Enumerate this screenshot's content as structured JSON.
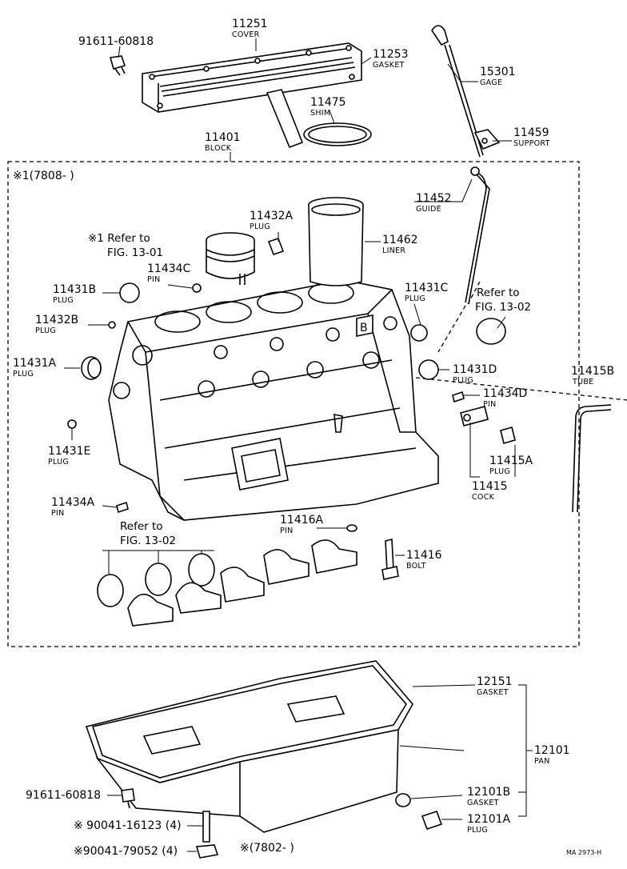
{
  "labels": {
    "cover": {
      "number": "11251",
      "name": "COVER"
    },
    "cover_bolt": {
      "number": "91611-60818"
    },
    "gasket_cover": {
      "number": "11253",
      "name": "GASKET"
    },
    "gage": {
      "number": "15301",
      "name": "GAGE"
    },
    "shim": {
      "number": "11475",
      "name": "SHIM"
    },
    "support": {
      "number": "11459",
      "name": "SUPPORT"
    },
    "block": {
      "number": "11401",
      "name": "BLOCK"
    },
    "guide": {
      "number": "11452",
      "name": "GUIDE"
    },
    "plug_11432a": {
      "number": "11432A",
      "name": "PLUG"
    },
    "liner": {
      "number": "11462",
      "name": "LINER"
    },
    "pin_11434c": {
      "number": "11434C",
      "name": "PIN"
    },
    "plug_11431b": {
      "number": "11431B",
      "name": "PLUG"
    },
    "plug_11431c": {
      "number": "11431C",
      "name": "PLUG"
    },
    "plug_11432b": {
      "number": "11432B",
      "name": "PLUG"
    },
    "plug_11431a": {
      "number": "11431A",
      "name": "PLUG"
    },
    "plug_11431d": {
      "number": "11431D",
      "name": "PLUG"
    },
    "tube": {
      "number": "11415B",
      "name": "TUBE"
    },
    "pin_11434d": {
      "number": "11434D",
      "name": "PIN"
    },
    "plug_11431e": {
      "number": "11431E",
      "name": "PLUG"
    },
    "plug_11415a": {
      "number": "11415A",
      "name": "PLUG"
    },
    "cock": {
      "number": "11415",
      "name": "COCK"
    },
    "pin_11434a": {
      "number": "11434A",
      "name": "PIN"
    },
    "pin_11416a": {
      "number": "11416A",
      "name": "PIN"
    },
    "bolt_11416": {
      "number": "11416",
      "name": "BOLT"
    },
    "gasket_pan": {
      "number": "12151",
      "name": "GASKET"
    },
    "pan": {
      "number": "12101",
      "name": "PAN"
    },
    "gasket_12101b": {
      "number": "12101B",
      "name": "GASKET"
    },
    "plug_12101a": {
      "number": "12101A",
      "name": "PLUG"
    },
    "pan_bolt": {
      "number": "91611-60818"
    },
    "stud_90041_16123": {
      "number": "※ 90041-16123 (4)"
    },
    "nut_90041_79052": {
      "number": "※90041-79052 (4)"
    }
  },
  "refs": {
    "piston_line1": "※1 Refer to",
    "piston_line2": "FIG. 13-01",
    "plug_ref_line1": "Refer to",
    "plug_ref_line2": "FIG. 13-02",
    "bearing_line1": "Refer to",
    "bearing_line2": "FIG. 13-02"
  },
  "notes": {
    "block_range": "※1(7808-      )",
    "pan_range": "※(7802-         )",
    "drawing_code": "MA 2973-H"
  },
  "decor": {
    "block_letter": "B"
  }
}
